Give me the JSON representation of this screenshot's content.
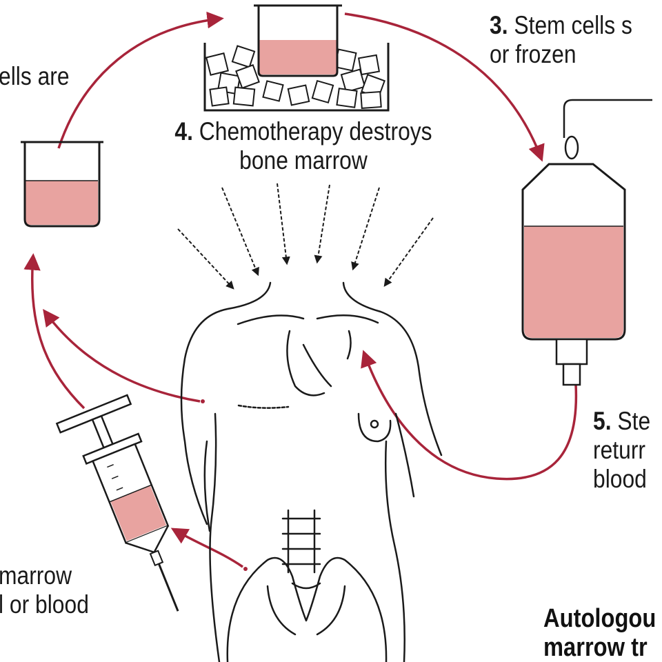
{
  "colors": {
    "arrow": "#a8243a",
    "fluid": "#e8a3a0",
    "ink": "#1a1a1a",
    "background": "#ffffff"
  },
  "labels": {
    "step2": {
      "line1": "ells are"
    },
    "step3": {
      "number": "3.",
      "line1": "Stem cells s",
      "line2": "or frozen"
    },
    "step4": {
      "number": "4.",
      "line1": "Chemotherapy destroys",
      "line2": "bone marrow"
    },
    "step5": {
      "number": "5.",
      "line1": "Ste",
      "line2": "returr",
      "line3": "blood"
    },
    "step1": {
      "line1": "marrow",
      "line2": "l or blood"
    }
  },
  "caption": {
    "line1": "Autologou",
    "line2": "marrow tr"
  },
  "icons": [
    "beaker-icon",
    "ice-bath-icon",
    "iv-bag-icon",
    "syringe-icon",
    "body-outline-icon",
    "chemo-ray-arrow-icon"
  ]
}
